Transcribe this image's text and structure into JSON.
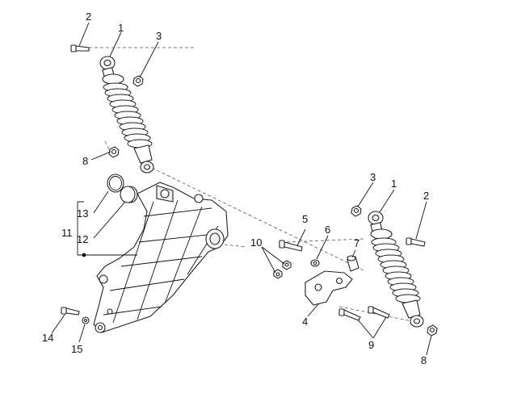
{
  "callouts": {
    "c1_left": "1",
    "c2_left": "2",
    "c3_left": "3",
    "c8_left": "8",
    "c13": "13",
    "c11": "11",
    "c12": "12",
    "c14": "14",
    "c15": "15",
    "c10": "10",
    "c5": "5",
    "c6": "6",
    "c7": "7",
    "c4": "4",
    "c9": "9",
    "c3_right": "3",
    "c1_right": "1",
    "c2_right": "2",
    "c8_right": "8"
  },
  "icons": {
    "left_shock": "shock-absorber-icon",
    "right_shock": "shock-absorber-icon",
    "bracket": "swingarm-bracket-icon",
    "mount": "mounting-plate-icon"
  },
  "colors": {
    "line": "#222222",
    "background": "#ffffff"
  }
}
